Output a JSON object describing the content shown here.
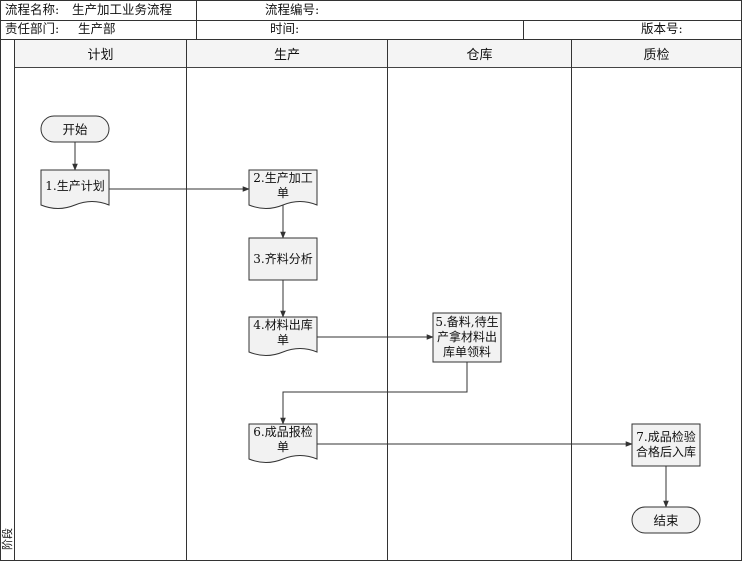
{
  "header": {
    "process_name_label": "流程名称:",
    "process_name": "生产加工业务流程",
    "process_no_label": "流程编号:",
    "dept_label": "责任部门:",
    "dept": "生产部",
    "time_label": "时间:",
    "version_label": "版本号:"
  },
  "lanes": [
    {
      "label": "计划"
    },
    {
      "label": "生产"
    },
    {
      "label": "仓库"
    },
    {
      "label": "质检"
    }
  ],
  "stage_label": "阶段",
  "nodes": {
    "start": "开始",
    "n1": "1.生产计划",
    "n2": "2.生产加工单",
    "n3": "3.齐料分析",
    "n4": "4.材料出库单",
    "n5": "5.备料,待生产拿材料出库单领料",
    "n6": "6.成品报检单",
    "n7": "7.成品检验合格后入库",
    "end": "结束"
  },
  "colors": {
    "line": "#333333",
    "shape_fill": "#f2f2f2",
    "header_fill": "#f4f4f4"
  }
}
